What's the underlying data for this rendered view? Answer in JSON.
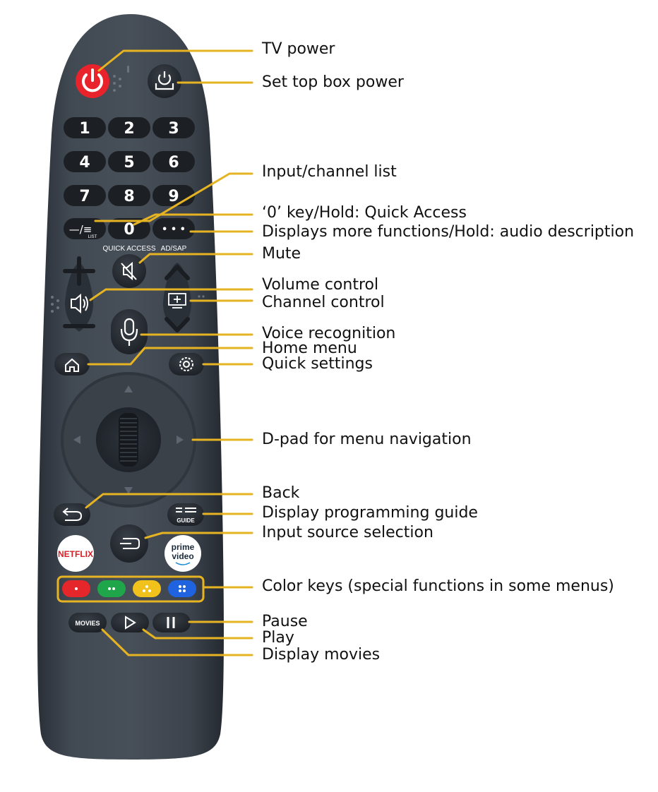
{
  "colors": {
    "callout_line": "#e6b422",
    "remote_body": "#3e4650",
    "button": "#22272d",
    "power_red": "#e8232b",
    "netflix_red": "#d81f26",
    "color_key_red": "#e5262a",
    "color_key_green": "#1fa64a",
    "color_key_yellow": "#f1c21b",
    "color_key_blue": "#1f63e0"
  },
  "remote": {
    "digits": [
      "1",
      "2",
      "3",
      "4",
      "5",
      "6",
      "7",
      "8",
      "9"
    ],
    "list_key": "—/≡",
    "list_small": "LIST",
    "zero_key": "0",
    "more_key": "• • •",
    "caption_quick_access": "QUICK ACCESS",
    "caption_ad_sap": "AD/SAP",
    "guide_label": "GUIDE",
    "netflix_label": "NETFLIX",
    "prime_label_1": "prime",
    "prime_label_2": "video",
    "movies_label": "MOVIES"
  },
  "callouts": [
    {
      "id": "tv-power",
      "label": "TV power"
    },
    {
      "id": "set-top-box-power",
      "label": "Set top box power"
    },
    {
      "id": "input-channel-list",
      "label": "Input/channel list"
    },
    {
      "id": "zero-key",
      "label": "‘0’ key/Hold: Quick Access"
    },
    {
      "id": "more-functions",
      "label": "Displays more functions/Hold: audio description"
    },
    {
      "id": "mute",
      "label": "Mute"
    },
    {
      "id": "volume-control",
      "label": "Volume control"
    },
    {
      "id": "channel-control",
      "label": "Channel control"
    },
    {
      "id": "voice-recognition",
      "label": "Voice recognition"
    },
    {
      "id": "home-menu",
      "label": "Home menu"
    },
    {
      "id": "quick-settings",
      "label": "Quick settings"
    },
    {
      "id": "dpad",
      "label": "D-pad for menu navigation"
    },
    {
      "id": "back",
      "label": "Back"
    },
    {
      "id": "programming-guide",
      "label": "Display programming guide"
    },
    {
      "id": "input-source",
      "label": "Input source selection"
    },
    {
      "id": "color-keys",
      "label": "Color keys (special functions in some menus)"
    },
    {
      "id": "pause",
      "label": "Pause"
    },
    {
      "id": "play",
      "label": "Play"
    },
    {
      "id": "display-movies",
      "label": "Display movies"
    }
  ]
}
